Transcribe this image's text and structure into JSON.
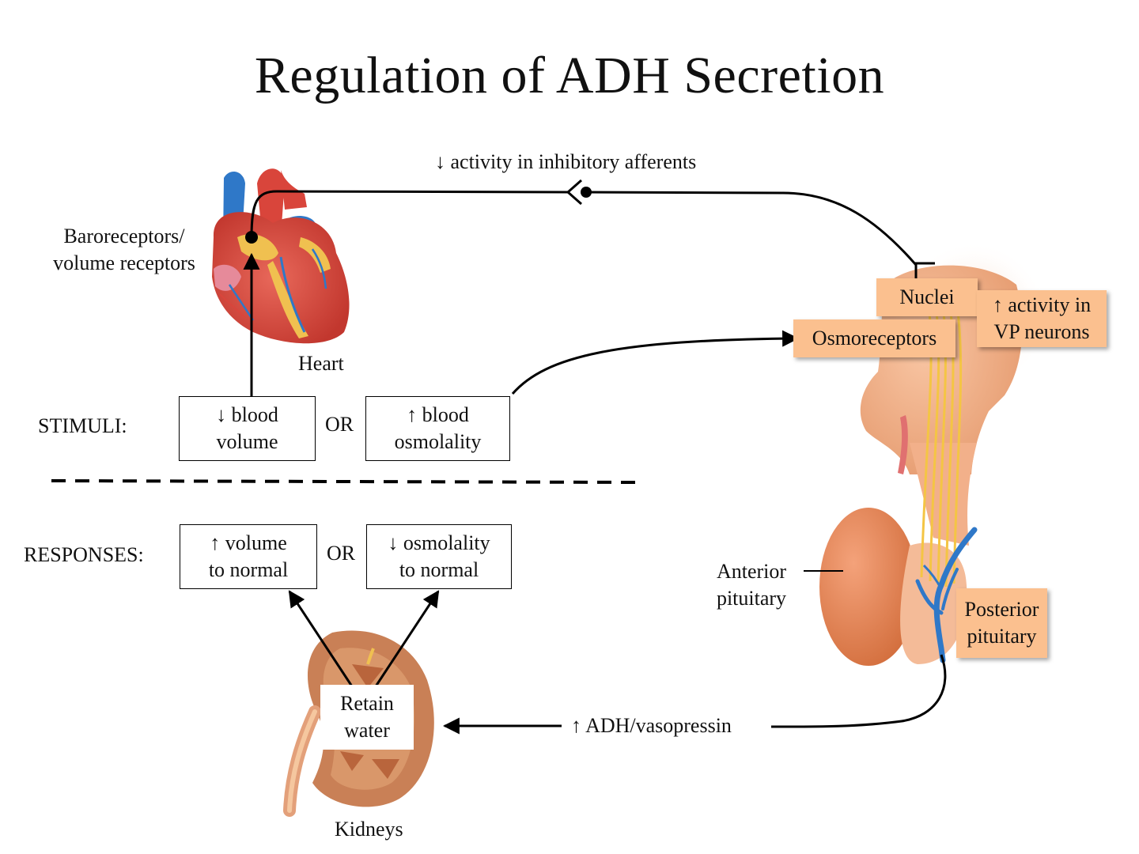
{
  "title": "Regulation of ADH Secretion",
  "labels": {
    "inhibitory": "↓ activity in inhibitory afferents",
    "baroreceptors_line1": "Baroreceptors/",
    "baroreceptors_line2": "volume receptors",
    "heart": "Heart",
    "stimuli": "STIMULI:",
    "responses": "RESPONSES:",
    "or_stimuli": "OR",
    "or_responses": "OR",
    "anterior_line1": "Anterior",
    "anterior_line2": "pituitary",
    "adh": "↑ ADH/vasopressin",
    "kidneys": "Kidneys"
  },
  "boxes": {
    "blood_volume": [
      "↓ blood",
      "volume"
    ],
    "blood_osmolality": [
      "↑ blood",
      "osmolality"
    ],
    "volume_normal": [
      "↑ volume",
      "to normal"
    ],
    "osmolality_normal": [
      "↓ osmolality",
      "to normal"
    ],
    "retain_water": [
      "Retain",
      "water"
    ]
  },
  "orange_boxes": {
    "nuclei": "Nuclei",
    "osmoreceptors": "Osmoreceptors",
    "vp_neurons": [
      "↑ activity in",
      "VP neurons"
    ],
    "posterior": [
      "Posterior",
      "pituitary"
    ]
  },
  "colors": {
    "orange_box": "#fbc08f",
    "heart_red": "#d9453b",
    "vessel_blue": "#2f78c8",
    "fat_yellow": "#f0c050",
    "pituitary_tissue": "#f2b08a",
    "kidney_brown": "#b9653c"
  }
}
